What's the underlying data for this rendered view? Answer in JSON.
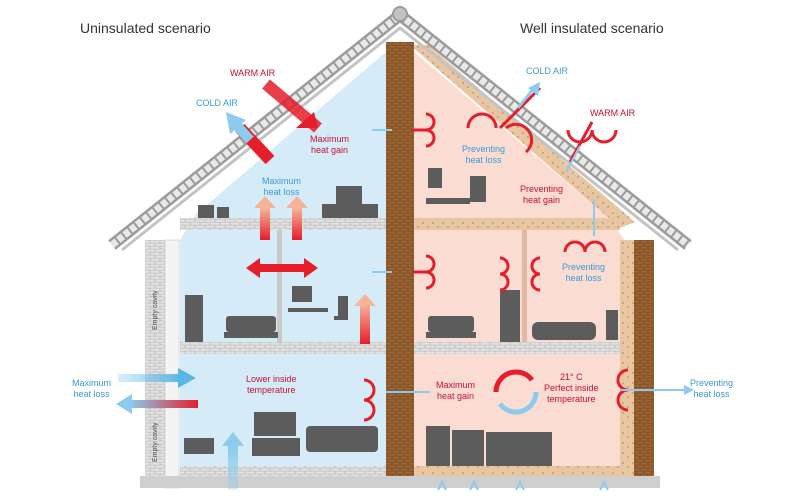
{
  "titles": {
    "left": "Uninsulated scenario",
    "right": "Well insulated scenario"
  },
  "labels": {
    "warm_air_left": "WARM AIR",
    "cold_air_left": "COLD AIR",
    "max_heat_gain_roof": "Maximum\nheat gain",
    "max_heat_loss_loft": "Maximum\nheat loss",
    "lower_inside_temp": "Lower inside\ntemperature",
    "max_heat_loss_left_wall": "Maximum\nheat loss",
    "empty_cavity": "Empty cavity",
    "cold_air_right": "COLD AIR",
    "warm_air_right": "WARM AIR",
    "preventing_loss_roof": "Preventing\nheat loss",
    "preventing_gain_loft": "Preventing\nheat gain",
    "preventing_loss_bathroom": "Preventing\nheat loss",
    "max_heat_gain_wall": "Maximum\nheat gain",
    "perfect_temp": "21° C\nPerfect inside\ntemperature",
    "preventing_loss_right_wall": "Preventing\nheat loss"
  },
  "colors": {
    "cold_bg": "#d6ebf8",
    "warm_bg": "#fadcd2",
    "heat_red": "#e41e2b",
    "cold_blue": "#8ccbed",
    "brick": "#8b5a2b",
    "wall_grey": "#cfcfcf",
    "furniture": "#5c5c5c"
  },
  "icons": [
    "warm-air-arrow",
    "cold-air-arrow",
    "heat-loss-arrow",
    "heat-gain-arrow",
    "circulation-arrow"
  ]
}
